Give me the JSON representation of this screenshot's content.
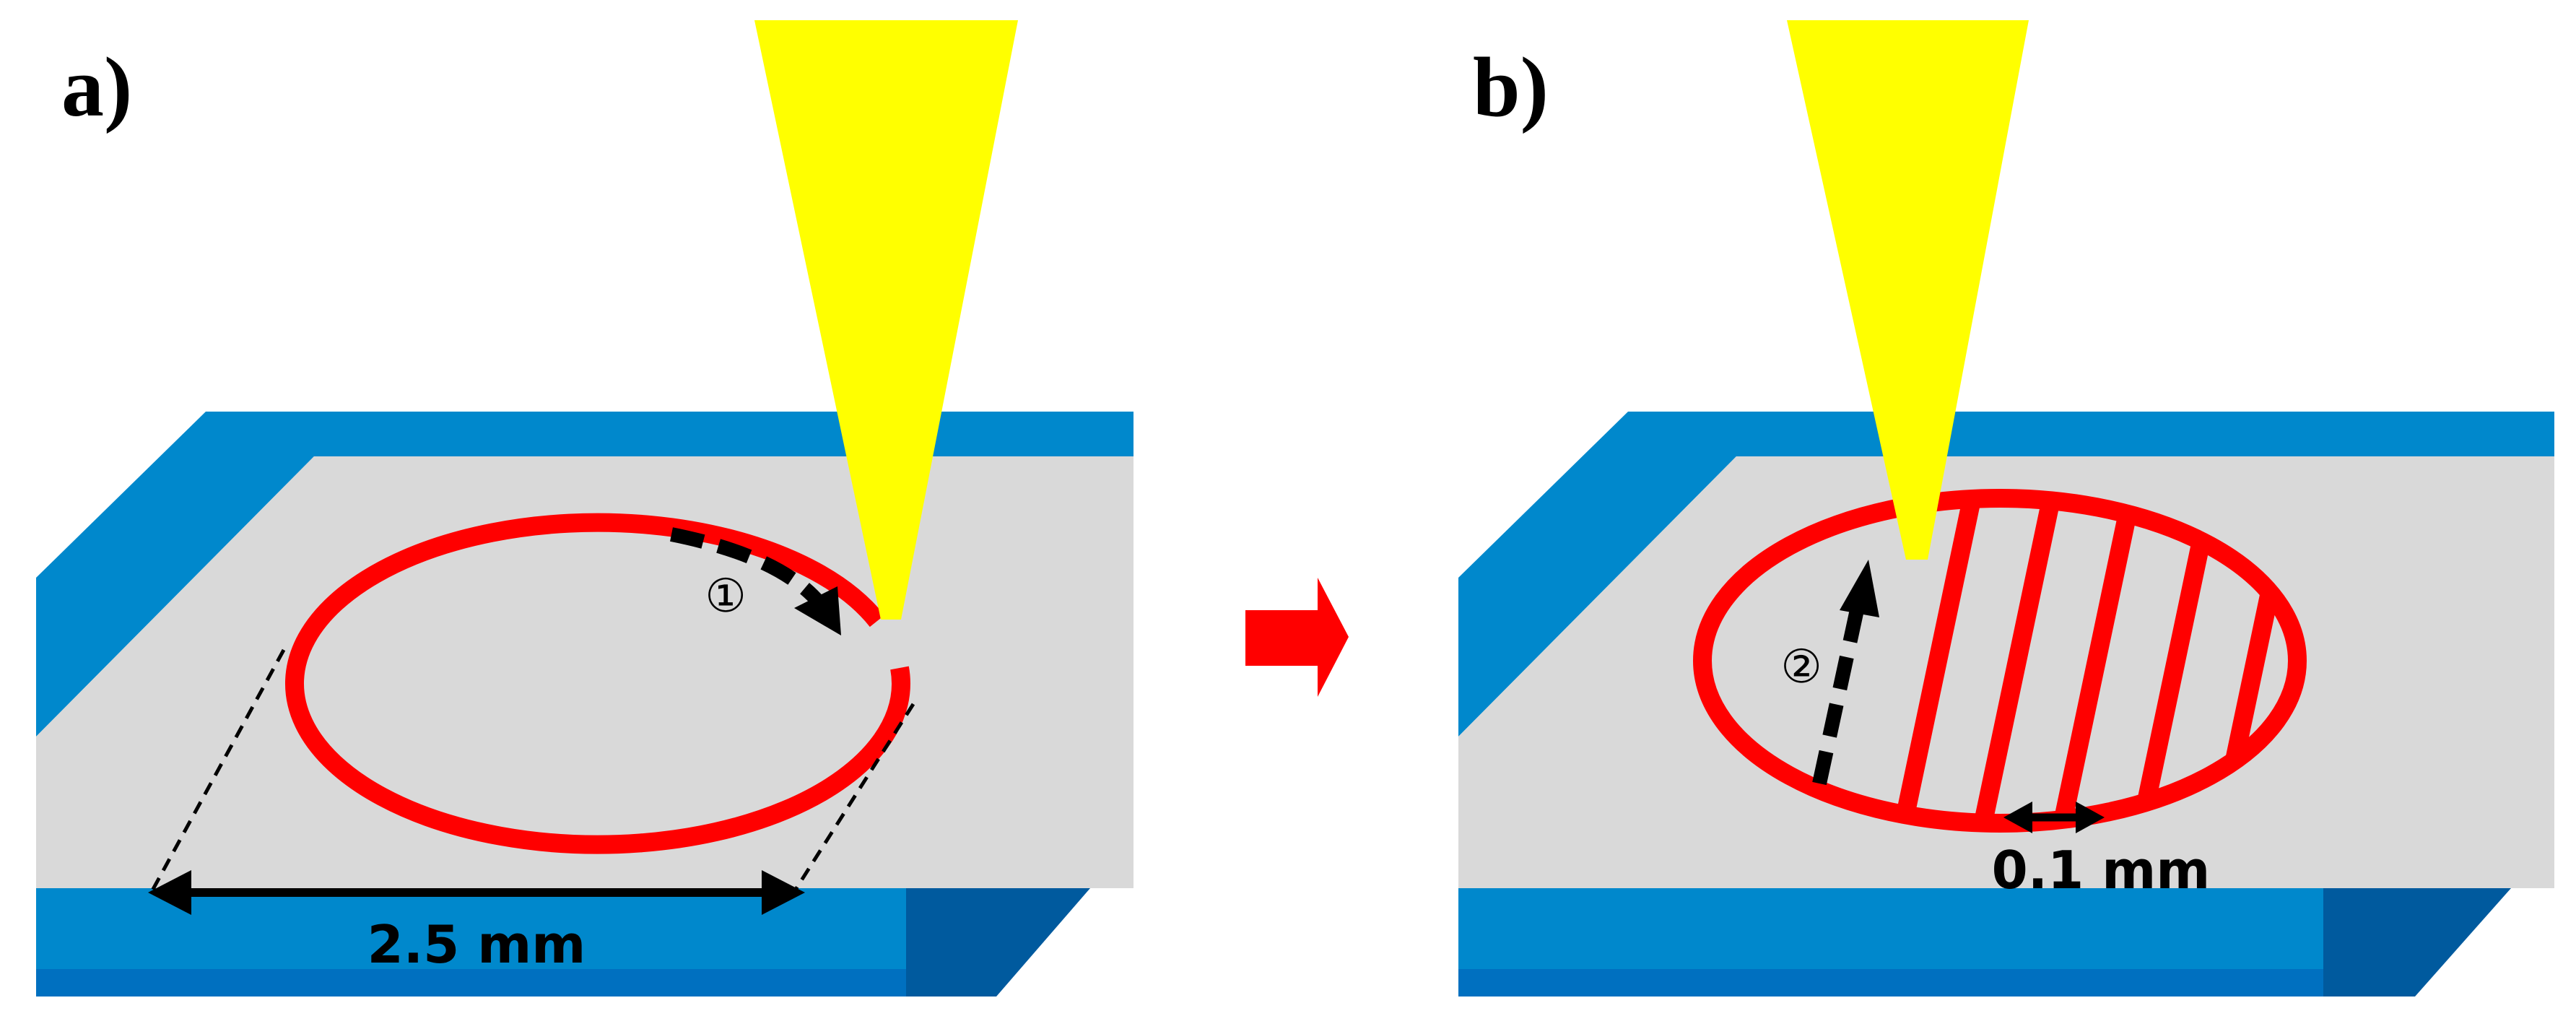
{
  "panels": {
    "a": {
      "label": "a)",
      "step_marker": "①",
      "dimension": "2.5 mm"
    },
    "b": {
      "label": "b)",
      "step_marker": "②",
      "dimension": "0.1 mm"
    }
  },
  "colors": {
    "substrate_top": "#d9d9d9",
    "substrate_blue": "#0088cc",
    "substrate_blue_dark": "#005a9e",
    "substrate_blue_mid": "#0070c0",
    "laser_beam": "#ffff00",
    "scan_path": "#ff0000",
    "arrow": "#000000",
    "transition_arrow": "#ff0000"
  },
  "icons": {
    "laser": "laser-beam-icon",
    "transition": "right-arrow-icon"
  }
}
